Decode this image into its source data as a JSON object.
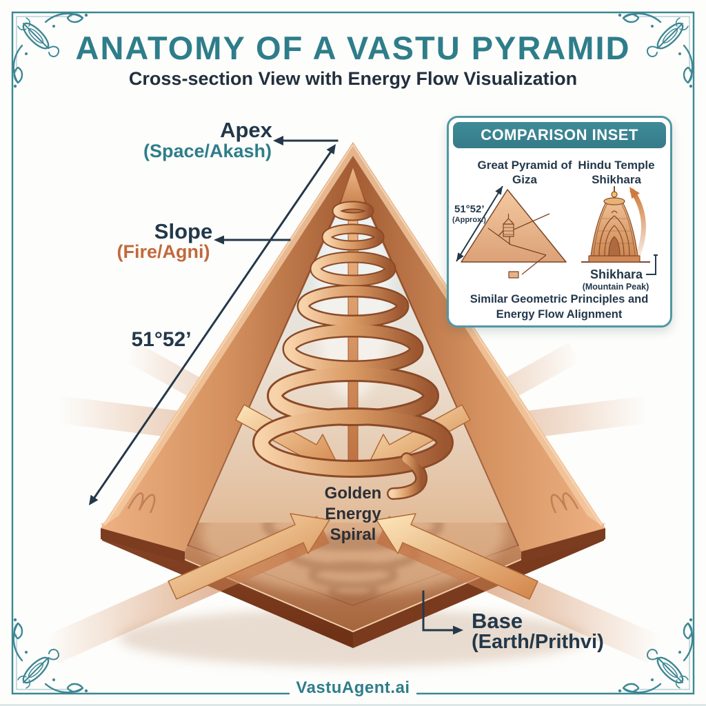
{
  "colors": {
    "accent_teal": "#2e7d8a",
    "navy_text": "#22384a",
    "orange_label": "#c2693c",
    "copper": "#c07b4e",
    "inset_header_bg": "#3f8b98",
    "inset_border": "#4f98a4"
  },
  "header": {
    "title": "ANATOMY OF A VASTU PYRAMID",
    "subtitle": "Cross-section View with Energy Flow Visualization"
  },
  "diagram": {
    "apex_label": "Apex",
    "apex_sublabel": "(Space/Akash)",
    "slope_label": "Slope",
    "slope_sublabel": "(Fire/Agni)",
    "angle_label": "51°52’",
    "spiral_label": "Golden Energy Spiral",
    "base_label": "Base",
    "base_sublabel": "(Earth/Prithvi)"
  },
  "inset": {
    "header": "COMPARISON INSET",
    "giza_title": "Great Pyramid of Giza",
    "temple_title": "Hindu Temple Shikhara",
    "angle_label": "51°52’",
    "angle_note": "(Approx.)",
    "shikhara_label": "Shikhara",
    "shikhara_sublabel": "(Mountain Peak)",
    "caption": "Similar Geometric Principles and Energy Flow Alignment"
  },
  "footer": {
    "brand": "VastuAgent.ai"
  }
}
